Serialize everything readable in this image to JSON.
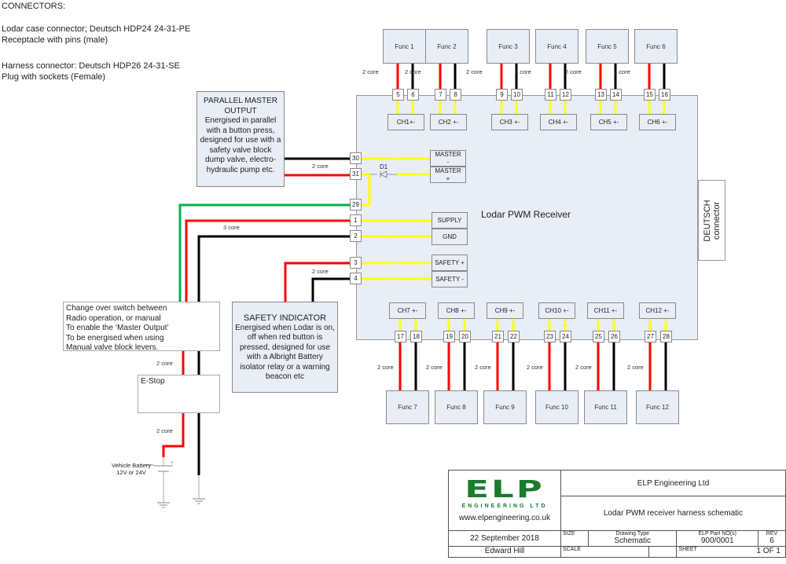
{
  "notes": {
    "heading": "CONNECTORS:",
    "line1": "Lodar case connector; Deutsch HDP24 24-31-PE",
    "line2": "Receptacle with pins (male)",
    "line3": "Harness connector: Deutsch HDP26 24-31-SE",
    "line4": "Plug with sockets (Female)"
  },
  "receiver": {
    "label": "Lodar PWM Receiver",
    "connector_line1": "DEUTSCH",
    "connector_line2": "connector"
  },
  "top_functions": [
    {
      "name": "Func 1",
      "channel": "CH1+-",
      "pins": [
        "5",
        "6"
      ],
      "cable": "2 core"
    },
    {
      "name": "Func 2",
      "channel": "CH2 +-",
      "pins": [
        "7",
        "8"
      ],
      "cable": "2 core"
    },
    {
      "name": "Func 3",
      "channel": "CH3 +-",
      "pins": [
        "9",
        "10"
      ],
      "cable": "2 core"
    },
    {
      "name": "Func 4",
      "channel": "CH4 +-",
      "pins": [
        "11",
        "12"
      ],
      "cable": "2 core"
    },
    {
      "name": "Func 5",
      "channel": "CH5 +-",
      "pins": [
        "13",
        "14"
      ],
      "cable": "2 core"
    },
    {
      "name": "Func 6",
      "channel": "CH6 +-",
      "pins": [
        "15",
        "16"
      ],
      "cable": "2 core"
    }
  ],
  "bottom_functions": [
    {
      "name": "Func 7",
      "channel": "CH7 +-",
      "pins": [
        "17",
        "18"
      ],
      "cable": "2 core"
    },
    {
      "name": "Func 8",
      "channel": "CH8 +-",
      "pins": [
        "19",
        "20"
      ],
      "cable": "2 core"
    },
    {
      "name": "Func 9",
      "channel": "CH9 +-",
      "pins": [
        "21",
        "22"
      ],
      "cable": "2 core"
    },
    {
      "name": "Func 10",
      "channel": "CH10 +-",
      "pins": [
        "23",
        "24"
      ],
      "cable": "2 core"
    },
    {
      "name": "Func 11",
      "channel": "CH11 +-",
      "pins": [
        "25",
        "26"
      ],
      "cable": "2 core"
    },
    {
      "name": "Func 12",
      "channel": "CH12 +-",
      "pins": [
        "27",
        "28"
      ],
      "cable": "2 core"
    }
  ],
  "left_pins": {
    "p30": "30",
    "p31": "31",
    "p29": "29",
    "p1": "1",
    "p2": "2",
    "p3": "3",
    "p4": "4"
  },
  "signals": {
    "master_minus": [
      "MASTER",
      "-"
    ],
    "master_plus": [
      "MASTER",
      "+"
    ],
    "supply": "SUPPLY",
    "gnd": "GND",
    "safety_plus": "SAFETY +",
    "safety_minus": "SAFETY -",
    "diode": "D1"
  },
  "cables": {
    "master": "2 core",
    "power": "3 core",
    "safety": "2 core",
    "switch_to_estop": "2 core",
    "estop_to_battery": "2 core"
  },
  "master_output_note": [
    "PARALLEL MASTER",
    "OUTPUT",
    "Energised in parallel",
    "with a button press,",
    "designed for use with a",
    "safety valve block",
    "dump valve, electro-",
    "hydraulic pump etc."
  ],
  "safety_note": [
    "SAFETY INDICATOR",
    "Energised when Lodar is on,",
    "off when red button is",
    "pressed, designed for use",
    "with a Albright Battery",
    "isolator relay or a warning",
    "beacon etc"
  ],
  "switch_note": [
    "Change over switch between",
    "Radio operation, or manual",
    "To enable the ‘Master Output’",
    "To be energised when using",
    "Manual valve block levers."
  ],
  "estop_label": "E-Stop",
  "battery": {
    "line1": "Vehicle Battery",
    "line2": "12V or 24V",
    "plus": "+",
    "minus": "-"
  },
  "title_block": {
    "logo_text": "ELP",
    "logo_sub": "ENGINEERING LTD",
    "website": "www.elpengineering.co.uk",
    "company": "ELP Engineering Ltd",
    "title": "Lodar PWM receiver harness schematic",
    "date": "22 September 2018",
    "author": "Edward Hill",
    "size_label": "SIZE",
    "drawing_type_label": "Drawing Type",
    "drawing_type": "Schematic",
    "part_label": "ELP Part NO(s)",
    "part_no": "900/0001",
    "rev_label": "REV",
    "rev": "6",
    "scale_label": "SCALE",
    "sheet_label": "SHEET",
    "sheet": "1 OF 1"
  },
  "colors": {
    "wire_positive": "#ff0000",
    "wire_negative": "#000000",
    "wire_master_link": "#00b050",
    "internal_link": "#ffff00",
    "box_fill": "#e8edf6",
    "logo_green": "#1a7a2e"
  }
}
